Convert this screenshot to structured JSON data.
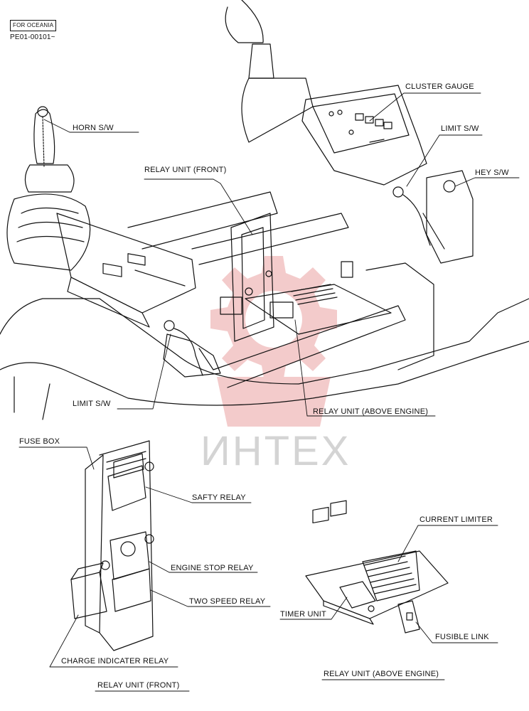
{
  "header": {
    "region_tag": "FOR OCEANIA",
    "serial_range": "PE01-00101~"
  },
  "watermark": {
    "text": "ИНТЕХ",
    "color": "#f2c2c2"
  },
  "labels": {
    "horn_sw": "HORN S/W",
    "relay_unit_front": "RELAY UNIT (FRONT)",
    "cluster_gauge": "CLUSTER GAUGE",
    "limit_sw_right": "LIMIT S/W",
    "hey_sw": "HEY S/W",
    "limit_sw_left": "LIMIT S/W",
    "relay_unit_above_engine": "RELAY UNIT (ABOVE ENGINE)",
    "fuse_box": "FUSE BOX",
    "safty_relay": "SAFTY RELAY",
    "engine_stop_relay": "ENGINE STOP RELAY",
    "two_speed_relay": "TWO SPEED RELAY",
    "charge_indicater_relay": "CHARGE INDICATER RELAY",
    "current_limiter": "CURRENT LIMITER",
    "timer_unit": "TIMER UNIT",
    "fusible_link": "FUSIBLE LINK"
  },
  "captions": {
    "relay_unit_front": "RELAY UNIT (FRONT)",
    "relay_unit_above_engine": "RELAY UNIT (ABOVE ENGINE)"
  }
}
